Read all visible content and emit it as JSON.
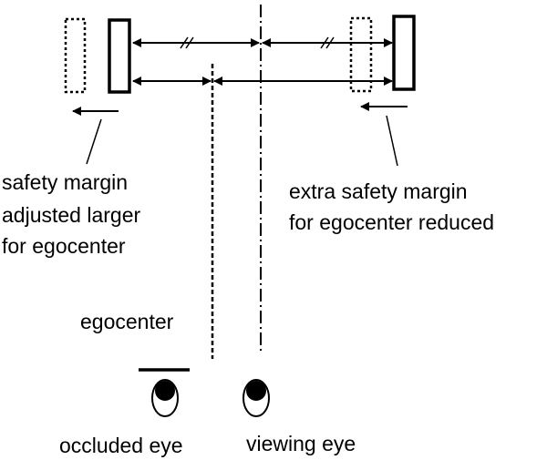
{
  "labels": {
    "left_note": [
      "safety margin",
      "adjusted larger",
      "for egocenter"
    ],
    "right_note": [
      "extra safety margin",
      "for egocenter reduced"
    ],
    "egocenter": "egocenter",
    "occluded_eye": "occluded eye",
    "viewing_eye": "viewing eye"
  },
  "colors": {
    "ink": "#000000",
    "background": "#ffffff"
  }
}
